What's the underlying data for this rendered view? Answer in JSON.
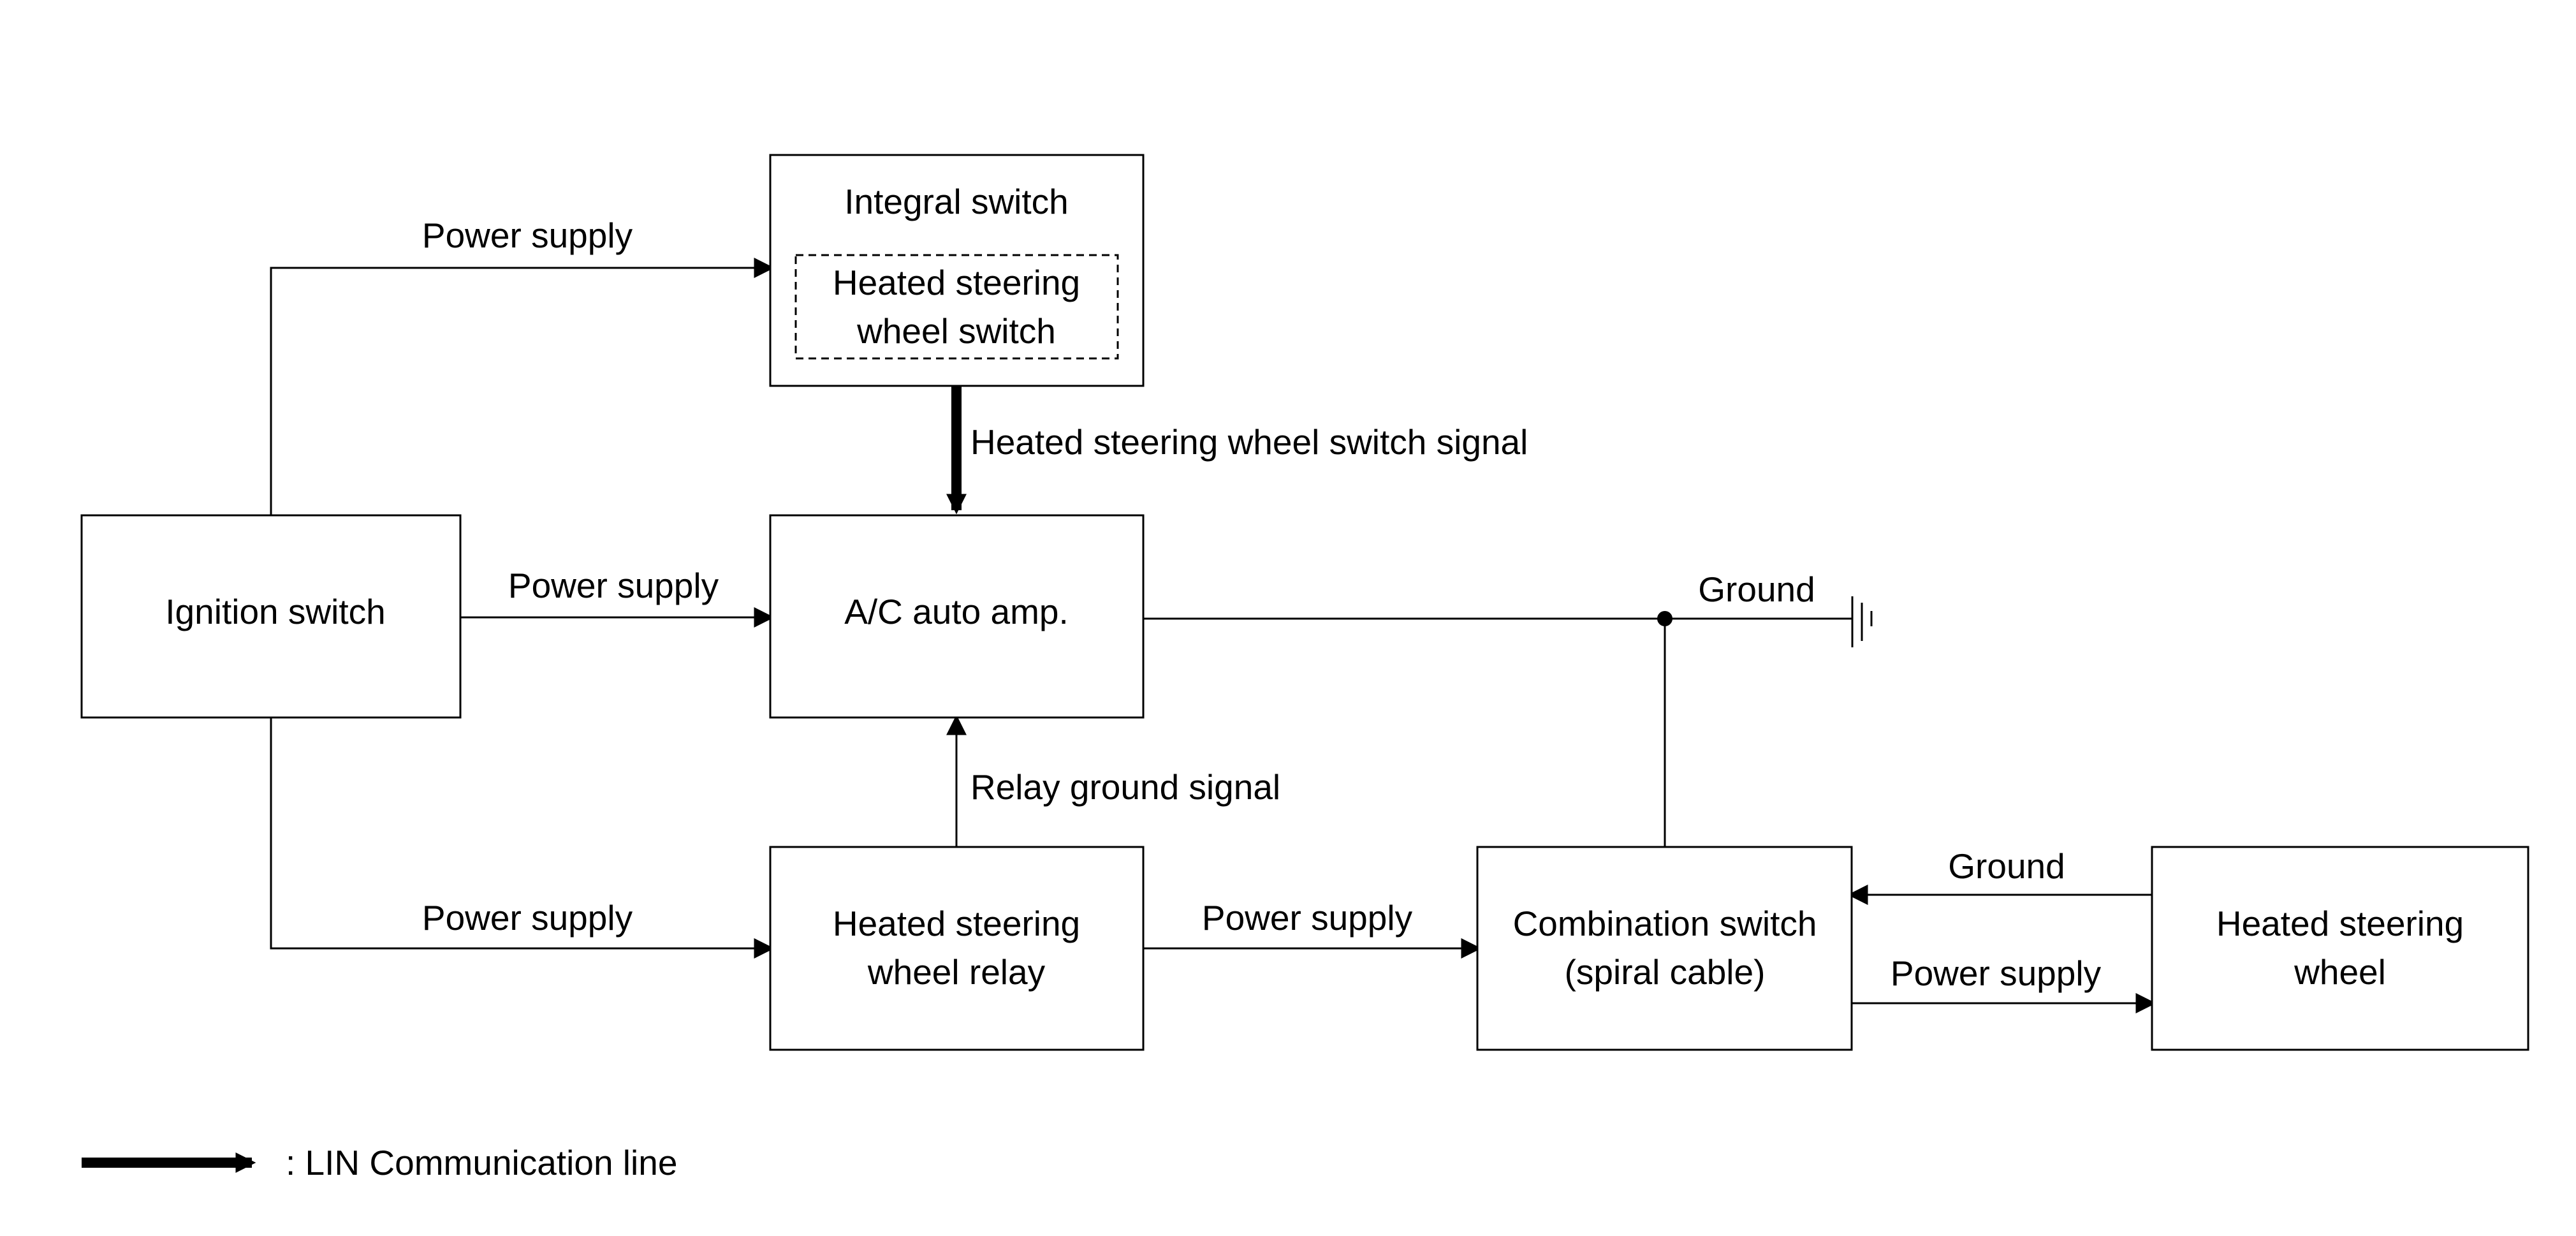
{
  "blocks": {
    "integral_switch": {
      "title": "Integral switch",
      "inner_line1": "Heated steering",
      "inner_line2": "wheel switch"
    },
    "ignition_switch": {
      "label": "Ignition switch"
    },
    "ac_auto_amp": {
      "label": "A/C auto amp."
    },
    "relay": {
      "line1": "Heated steering",
      "line2": "wheel relay"
    },
    "combination_switch": {
      "line1": "Combination switch",
      "line2": "(spiral cable)"
    },
    "heated_wheel": {
      "line1": "Heated steering",
      "line2": "wheel"
    }
  },
  "signals": {
    "power_to_integral": "Power supply",
    "power_to_amp": "Power supply",
    "power_to_relay": "Power supply",
    "power_relay_to_combo": "Power supply",
    "power_combo_to_wheel": "Power supply",
    "lin_signal": "Heated steering wheel switch signal",
    "relay_ground_signal": "Relay ground signal",
    "ground_main": "Ground",
    "ground_wheel": "Ground"
  },
  "legend": {
    "text": ": LIN Communication line"
  },
  "colors": {
    "line": "#000000",
    "background": "#ffffff"
  }
}
